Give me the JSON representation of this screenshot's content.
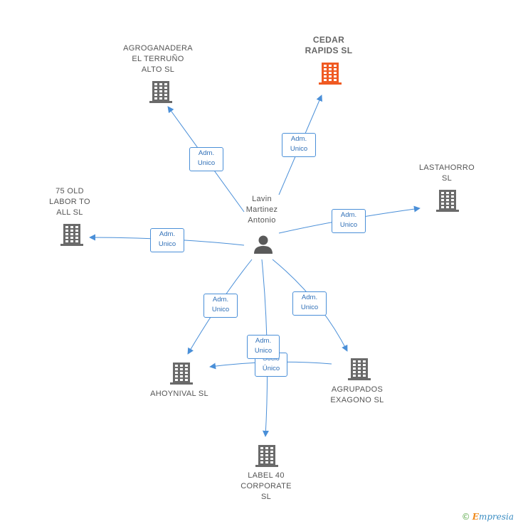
{
  "colors": {
    "edge": "#4a8fd8",
    "building": "#6a6a6a",
    "building_highlight": "#f05a22",
    "person": "#5a5a5a"
  },
  "center": {
    "name_lines": [
      "Lavin",
      "Martinez",
      "Antonio"
    ],
    "icon": "person-icon"
  },
  "companies": [
    {
      "id": "agroganadera",
      "lines": [
        "AGROGANADERA",
        "EL TERRUÑO",
        "ALTO  SL"
      ],
      "highlight": false,
      "icon": "building-icon"
    },
    {
      "id": "cedar",
      "lines": [
        "CEDAR",
        "RAPIDS SL"
      ],
      "highlight": true,
      "icon": "building-icon"
    },
    {
      "id": "lastahorro",
      "lines": [
        "LASTAHORRO",
        "SL"
      ],
      "highlight": false,
      "icon": "building-icon"
    },
    {
      "id": "75old",
      "lines": [
        "75 OLD",
        "LABOR TO",
        "ALL SL"
      ],
      "highlight": false,
      "icon": "building-icon"
    },
    {
      "id": "ahoynival",
      "lines": [
        "AHOYNIVAL SL"
      ],
      "highlight": false,
      "icon": "building-icon"
    },
    {
      "id": "agrupados",
      "lines": [
        "AGRUPADOS",
        "EXAGONO SL"
      ],
      "highlight": false,
      "icon": "building-icon"
    },
    {
      "id": "label40",
      "lines": [
        "LABEL 40",
        "CORPORATE",
        "SL"
      ],
      "highlight": false,
      "icon": "building-icon"
    }
  ],
  "relations": [
    {
      "id": "r-agroganadera",
      "lines": [
        "Adm.",
        "Unico"
      ]
    },
    {
      "id": "r-cedar",
      "lines": [
        "Adm.",
        "Unico"
      ]
    },
    {
      "id": "r-lastahorro",
      "lines": [
        "Adm.",
        "Unico"
      ]
    },
    {
      "id": "r-75old",
      "lines": [
        "Adm.",
        "Unico"
      ]
    },
    {
      "id": "r-ahoynival",
      "lines": [
        "Adm.",
        "Unico"
      ]
    },
    {
      "id": "r-agrupados",
      "lines": [
        "Adm.",
        "Unico"
      ]
    },
    {
      "id": "r-socio",
      "lines": [
        "Socio",
        "Único"
      ]
    },
    {
      "id": "r-label40",
      "lines": [
        "Adm.",
        "Unico"
      ]
    }
  ],
  "brand": {
    "copyright": "©",
    "name_first": "E",
    "name_rest": "mpresia"
  }
}
